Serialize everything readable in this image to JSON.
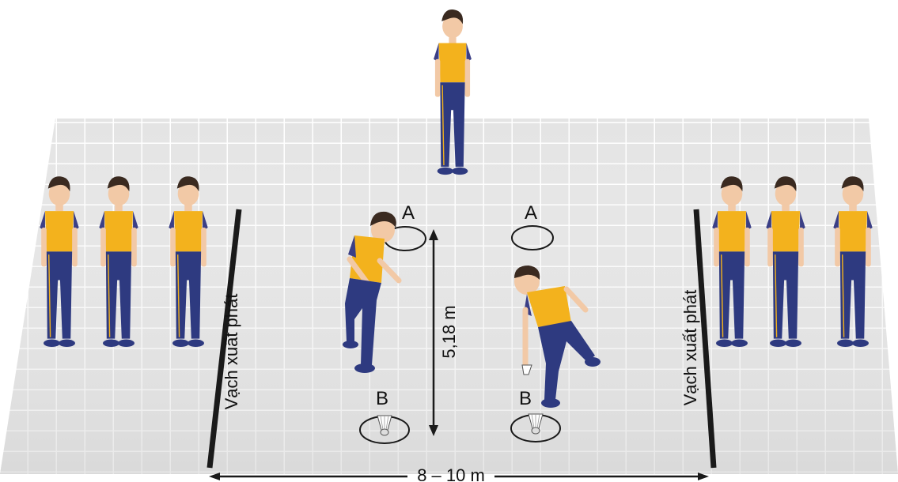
{
  "labels": {
    "start_line_left": "Vạch xuất phát",
    "start_line_right": "Vạch xuất phát",
    "marker_a_left": "A",
    "marker_a_right": "A",
    "marker_b_left": "B",
    "marker_b_right": "B",
    "vertical_distance": "5,18 m",
    "horizontal_distance": "8 – 10 m"
  },
  "colors": {
    "court": "#e4e4e4",
    "grid_line": "#ffffff",
    "line": "#1a1a1a",
    "shirt": "#f3b21d",
    "shirt_trim": "#3b3f86",
    "pants": "#2e3a80",
    "skin": "#f2c9a6",
    "hair": "#3a2a20"
  },
  "icons": [
    "shuttlecock-icon",
    "shuttlecock-icon"
  ]
}
